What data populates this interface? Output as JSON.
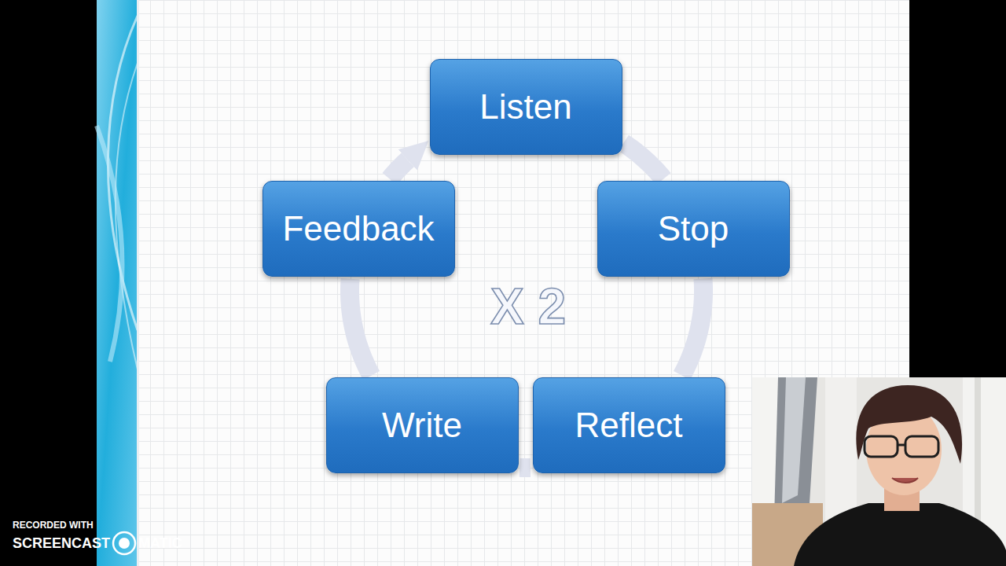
{
  "diagram": {
    "nodes": [
      {
        "text": [
          "Listen"
        ]
      },
      {
        "text": [
          "Stop"
        ]
      },
      {
        "text": [
          "Reflect"
        ]
      },
      {
        "text": [
          "Write"
        ]
      },
      {
        "text": [
          "Feedback"
        ]
      }
    ],
    "edges": [
      {
        "from": 0,
        "to": 1,
        "arrow": "none"
      },
      {
        "from": 1,
        "to": 2,
        "arrow": "none"
      },
      {
        "from": 2,
        "to": 3,
        "arrow": "none"
      },
      {
        "from": 3,
        "to": 4,
        "arrow": "none"
      },
      {
        "from": 4,
        "to": 0,
        "arrow": "to"
      }
    ],
    "labels": [
      "X 2",
      "RECORDED WITH",
      "SCREENCAST",
      "MATIC"
    ]
  }
}
